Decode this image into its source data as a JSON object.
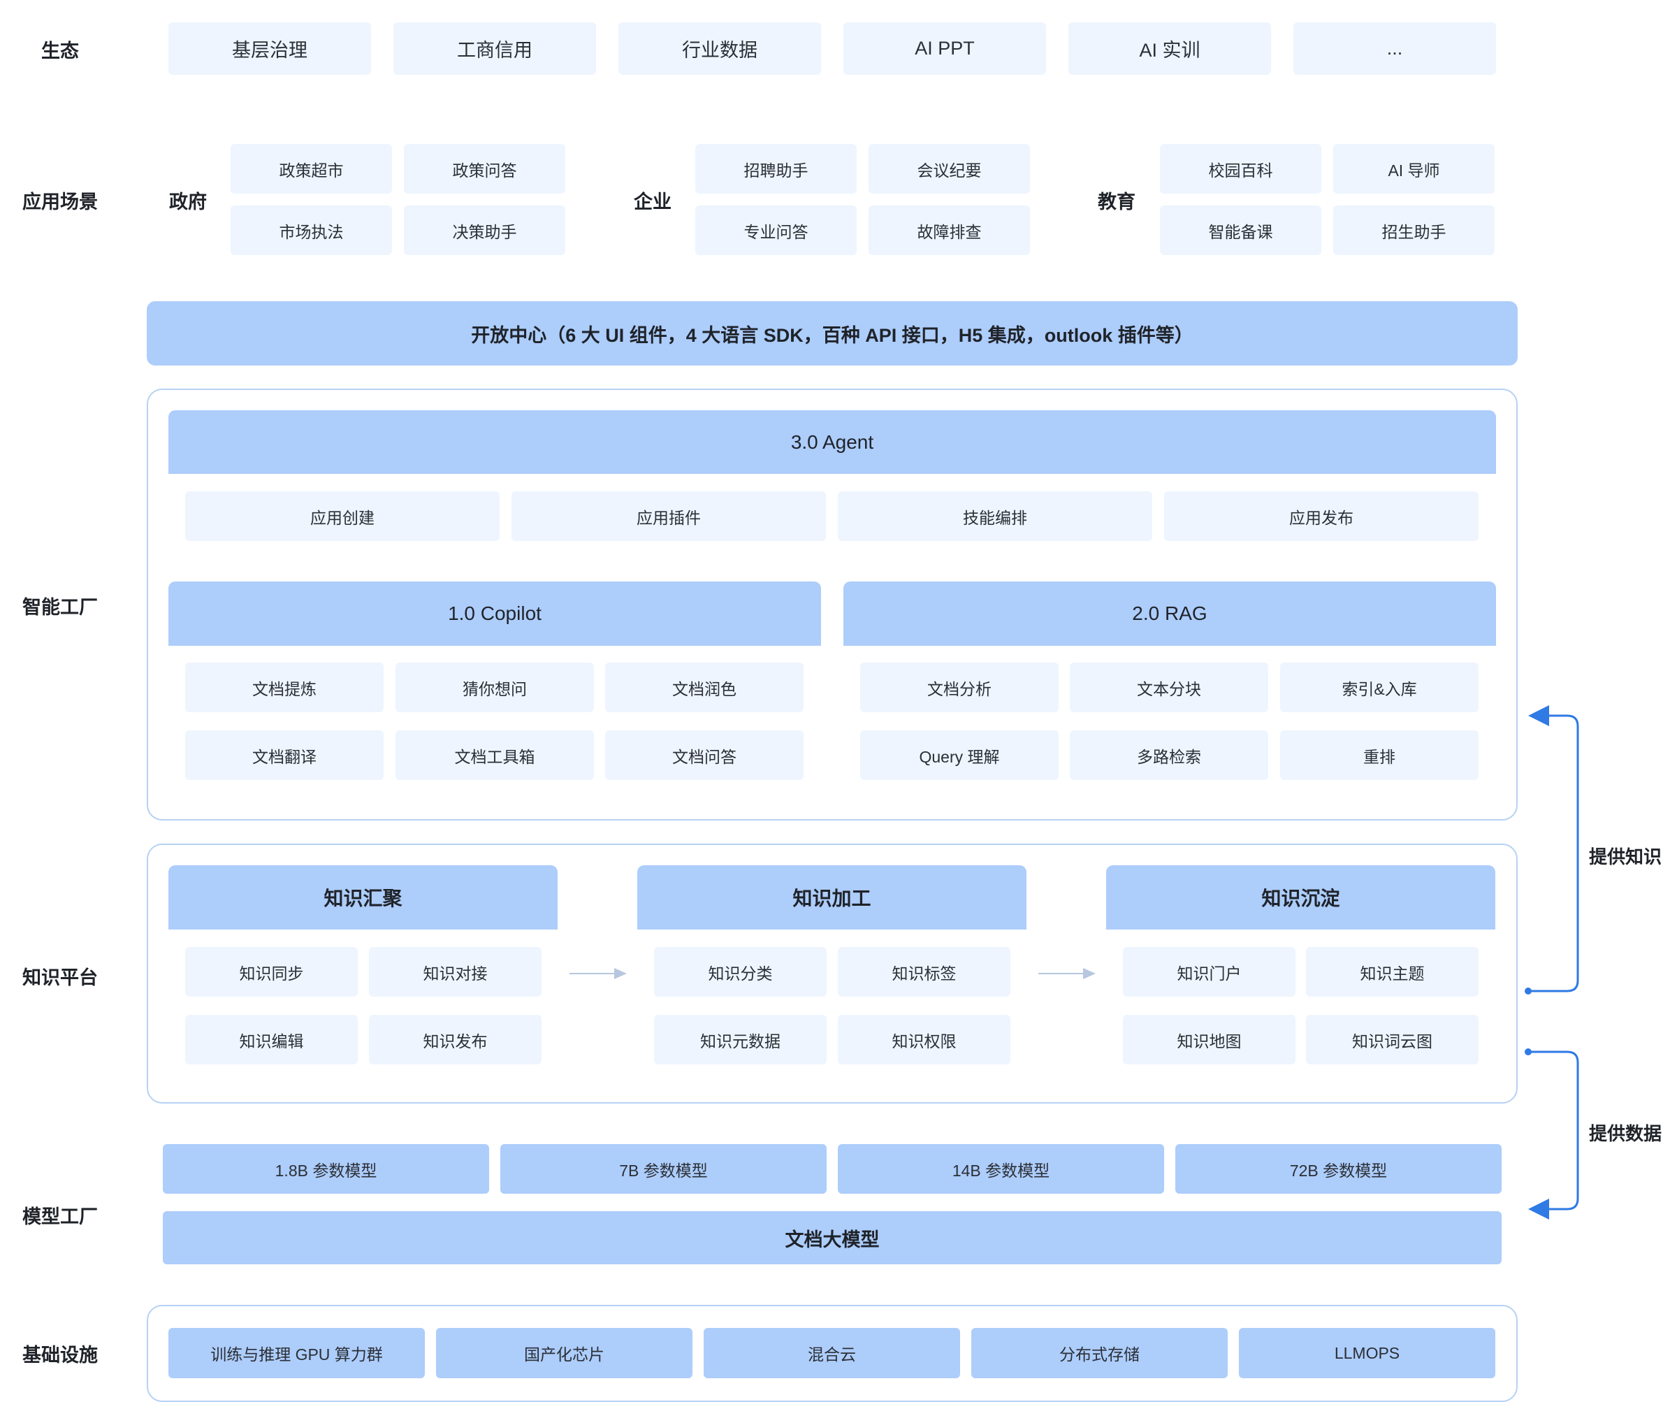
{
  "layers": {
    "ecology": "生态",
    "scenarios": "应用场景",
    "factory": "智能工厂",
    "knowledge": "知识平台",
    "model": "模型工厂",
    "infra": "基础设施"
  },
  "ecology_items": [
    "基层治理",
    "工商信用",
    "行业数据",
    "AI PPT",
    "AI 实训",
    "..."
  ],
  "scenarios": {
    "government": {
      "label": "政府",
      "items": [
        "政策超市",
        "政策问答",
        "市场执法",
        "决策助手"
      ]
    },
    "enterprise": {
      "label": "企业",
      "items": [
        "招聘助手",
        "会议纪要",
        "专业问答",
        "故障排查"
      ]
    },
    "education": {
      "label": "教育",
      "items": [
        "校园百科",
        "AI 导师",
        "智能备课",
        "招生助手"
      ]
    }
  },
  "open_center": "开放中心（6 大 UI 组件，4 大语言 SDK，百种 API 接口，H5 集成，outlook 插件等）",
  "agent": {
    "title": "3.0 Agent",
    "items": [
      "应用创建",
      "应用插件",
      "技能编排",
      "应用发布"
    ]
  },
  "copilot": {
    "title": "1.0 Copilot",
    "items": [
      "文档提炼",
      "猜你想问",
      "文档润色",
      "文档翻译",
      "文档工具箱",
      "文档问答"
    ]
  },
  "rag": {
    "title": "2.0 RAG",
    "items": [
      "文档分析",
      "文本分块",
      "索引&入库",
      "Query 理解",
      "多路检索",
      "重排"
    ]
  },
  "knowledge": {
    "gather": {
      "title": "知识汇聚",
      "items": [
        "知识同步",
        "知识对接",
        "知识编辑",
        "知识发布"
      ]
    },
    "process": {
      "title": "知识加工",
      "items": [
        "知识分类",
        "知识标签",
        "知识元数据",
        "知识权限"
      ]
    },
    "settle": {
      "title": "知识沉淀",
      "items": [
        "知识门户",
        "知识主题",
        "知识地图",
        "知识词云图"
      ]
    }
  },
  "models": [
    "1.8B 参数模型",
    "7B 参数模型",
    "14B 参数模型",
    "72B 参数模型"
  ],
  "doc_model": "文档大模型",
  "infra_items": [
    "训练与推理 GPU 算力群",
    "国产化芯片",
    "混合云",
    "分布式存储",
    "LLMOPS"
  ],
  "arrows": {
    "provide_knowledge": "提供知识",
    "provide_data": "提供数据"
  },
  "colors": {
    "light_box": "#eef5ff",
    "mid_box": "#adcdfb",
    "frame_border": "#b7d1f5",
    "arrow": "#2f7ae5"
  }
}
